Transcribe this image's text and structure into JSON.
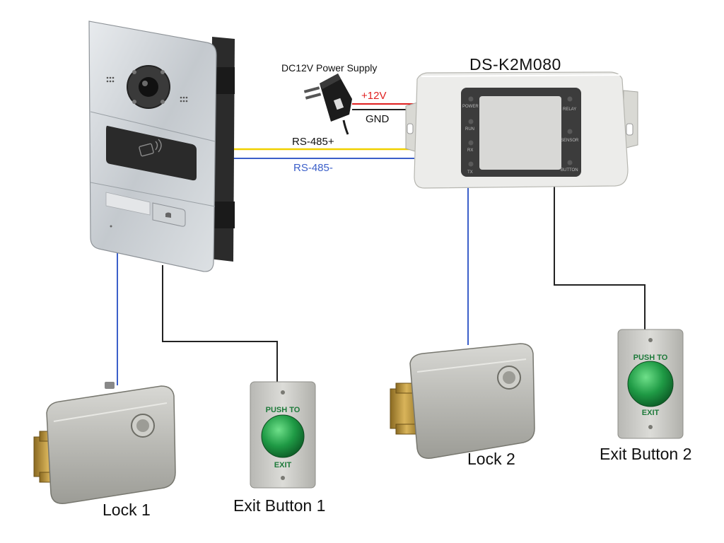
{
  "power_supply": {
    "label": "DC12V Power Supply"
  },
  "controller": {
    "model": "DS-K2M080",
    "leds_left": [
      "POWER",
      "RUN",
      "RX",
      "TX"
    ],
    "leds_right": [
      "RELAY",
      "SENSOR",
      "BUTTON"
    ]
  },
  "wires": {
    "plus12v": {
      "label": "+12V",
      "color": "#e02020"
    },
    "gnd": {
      "label": "GND",
      "color": "#222222"
    },
    "rs485_plus": {
      "label": "RS-485+",
      "color": "#f0d000"
    },
    "rs485_minus": {
      "label": "RS-485-",
      "color": "#3b5fc9"
    }
  },
  "exit_button_text": {
    "top": "PUSH TO",
    "bottom": "EXIT"
  },
  "devices": {
    "lock1": "Lock 1",
    "lock2": "Lock 2",
    "exit1": "Exit Button 1",
    "exit2": "Exit Button 2"
  }
}
